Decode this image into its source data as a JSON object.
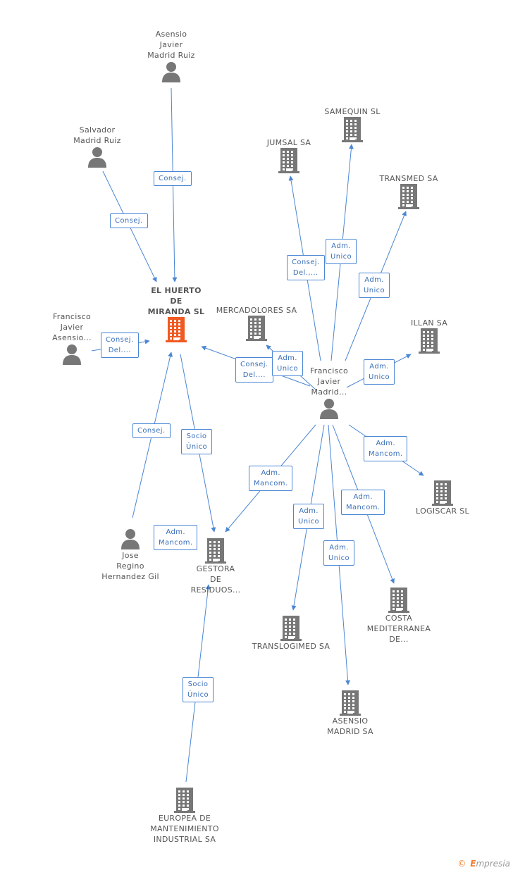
{
  "colors": {
    "edge": "#4a86d4",
    "icon": "#777777",
    "main_icon": "#f05a22"
  },
  "nodes": [
    {
      "id": "asensio_jmr",
      "type": "person",
      "label": "Asensio\nJavier\nMadrid Ruiz"
    },
    {
      "id": "salvador",
      "type": "person",
      "label": "Salvador\nMadrid Ruiz"
    },
    {
      "id": "huerto",
      "type": "company",
      "main": true,
      "label": "EL HUERTO\nDE\nMIRANDA SL"
    },
    {
      "id": "fja",
      "type": "person",
      "label": "Francisco\nJavier\nAsensio..."
    },
    {
      "id": "mercadolores",
      "type": "company",
      "label": "MERCADOLORES SA"
    },
    {
      "id": "jumsal",
      "type": "company",
      "label": "JUMSAL SA"
    },
    {
      "id": "samequin",
      "type": "company",
      "label": "SAMEQUIN SL"
    },
    {
      "id": "transmed",
      "type": "company",
      "label": "TRANSMED SA"
    },
    {
      "id": "illan",
      "type": "company",
      "label": "ILLAN SA"
    },
    {
      "id": "fjm",
      "type": "person",
      "label": "Francisco\nJavier\nMadrid..."
    },
    {
      "id": "logiscar",
      "type": "company",
      "label": "LOGISCAR SL"
    },
    {
      "id": "jose",
      "type": "person",
      "label": "Jose\nRegino\nHernandez Gil"
    },
    {
      "id": "gestora",
      "type": "company",
      "label": "GESTORA\nDE\nRESIDUOS..."
    },
    {
      "id": "translogimed",
      "type": "company",
      "label": "TRANSLOGIMED SA"
    },
    {
      "id": "costa",
      "type": "company",
      "label": "COSTA\nMEDITERRANEA\nDE..."
    },
    {
      "id": "asensio_sa",
      "type": "company",
      "label": "ASENSIO\nMADRID SA"
    },
    {
      "id": "europea",
      "type": "company",
      "label": "EUROPEA DE\nMANTENIMIENTO\nINDUSTRIAL SA"
    }
  ],
  "edges": [
    {
      "from": "asensio_jmr",
      "to": "huerto",
      "label": "Consej."
    },
    {
      "from": "salvador",
      "to": "huerto",
      "label": "Consej."
    },
    {
      "from": "fja",
      "to": "huerto",
      "label": "Consej.\nDel...."
    },
    {
      "from": "fjm",
      "to": "huerto",
      "label": "Consej.\nDel...."
    },
    {
      "from": "fjm",
      "to": "mercadolores",
      "label": "Adm.\nUnico"
    },
    {
      "from": "fjm",
      "to": "jumsal",
      "label": "Consej.\nDel.,..."
    },
    {
      "from": "fjm",
      "to": "samequin",
      "label": "Adm.\nUnico"
    },
    {
      "from": "fjm",
      "to": "transmed",
      "label": "Adm.\nUnico"
    },
    {
      "from": "fjm",
      "to": "illan",
      "label": "Adm.\nUnico"
    },
    {
      "from": "fjm",
      "to": "logiscar",
      "label": "Adm.\nMancom."
    },
    {
      "from": "fjm",
      "to": "gestora",
      "label": "Adm.\nMancom."
    },
    {
      "from": "fjm",
      "to": "translogimed",
      "label": "Adm.\nUnico"
    },
    {
      "from": "fjm",
      "to": "costa",
      "label": "Adm.\nMancom."
    },
    {
      "from": "fjm",
      "to": "asensio_sa",
      "label": "Adm.\nUnico"
    },
    {
      "from": "jose",
      "to": "huerto",
      "label": "Consej."
    },
    {
      "from": "jose",
      "to": "gestora",
      "label": "Adm.\nMancom."
    },
    {
      "from": "huerto",
      "to": "gestora",
      "label": "Socio\nÚnico"
    },
    {
      "from": "europea",
      "to": "gestora",
      "label": "Socio\nÚnico"
    }
  ],
  "footer": {
    "copyright": "©",
    "brand_first": "E",
    "brand_rest": "mpresia"
  }
}
